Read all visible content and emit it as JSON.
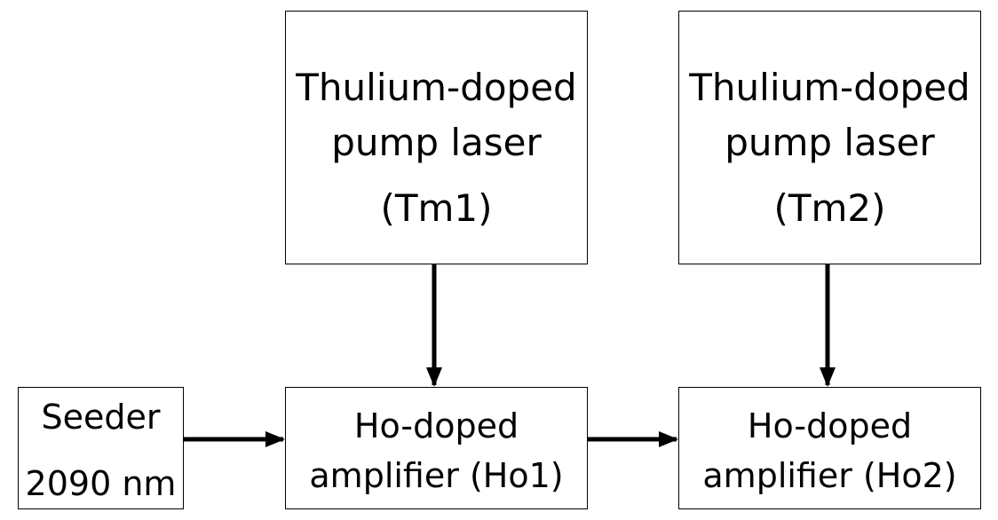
{
  "diagram": {
    "pump_tm1": {
      "line1": "Thulium-doped",
      "line2": "pump laser",
      "line3": "(Tm1)"
    },
    "pump_tm2": {
      "line1": "Thulium-doped",
      "line2": "pump laser",
      "line3": "(Tm2)"
    },
    "seeder": {
      "line1": "Seeder",
      "line2": "2090 nm"
    },
    "amp_ho1": {
      "line1": "Ho-doped",
      "line2": "amplifier  (Ho1)"
    },
    "amp_ho2": {
      "line1": "Ho-doped",
      "line2": "amplifier  (Ho2)"
    },
    "colors": {
      "stroke": "#000000",
      "background": "#ffffff"
    }
  }
}
